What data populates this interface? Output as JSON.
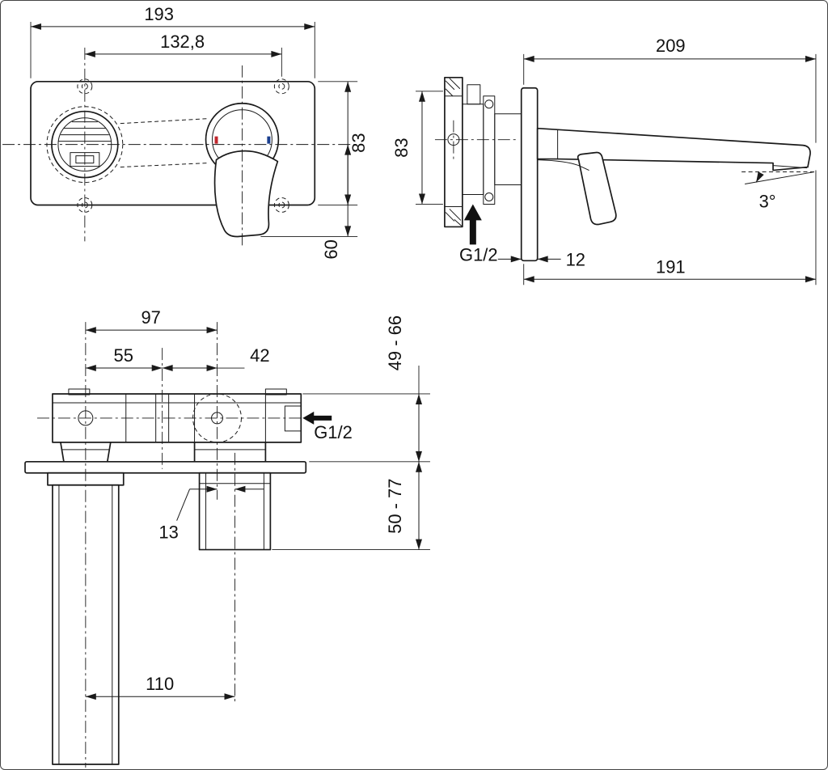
{
  "colors": {
    "line": "#1a1a1a",
    "hot_indicator": "#c1272d",
    "cold_indicator": "#1b3f8f"
  },
  "views": {
    "front_trim": {
      "dims": {
        "overall_width": "193",
        "hole_spacing": "132,8",
        "plate_height": "83",
        "handle_drop": "60"
      }
    },
    "side": {
      "dims": {
        "total_projection": "209",
        "plate_height": "83",
        "supply_thread": "G1/2",
        "escutcheon_thickness": "12",
        "spout_projection": "191",
        "spout_angle": "3°"
      }
    },
    "built_in": {
      "dims": {
        "pin_spacing_total": "97",
        "pin_spacing_left": "55",
        "pin_spacing_right": "42",
        "install_depth_upper": "49 - 66",
        "supply_thread": "G1/2",
        "install_depth_lower": "50 - 77",
        "outlet_offset": "13",
        "outlet_spacing": "110"
      }
    }
  }
}
